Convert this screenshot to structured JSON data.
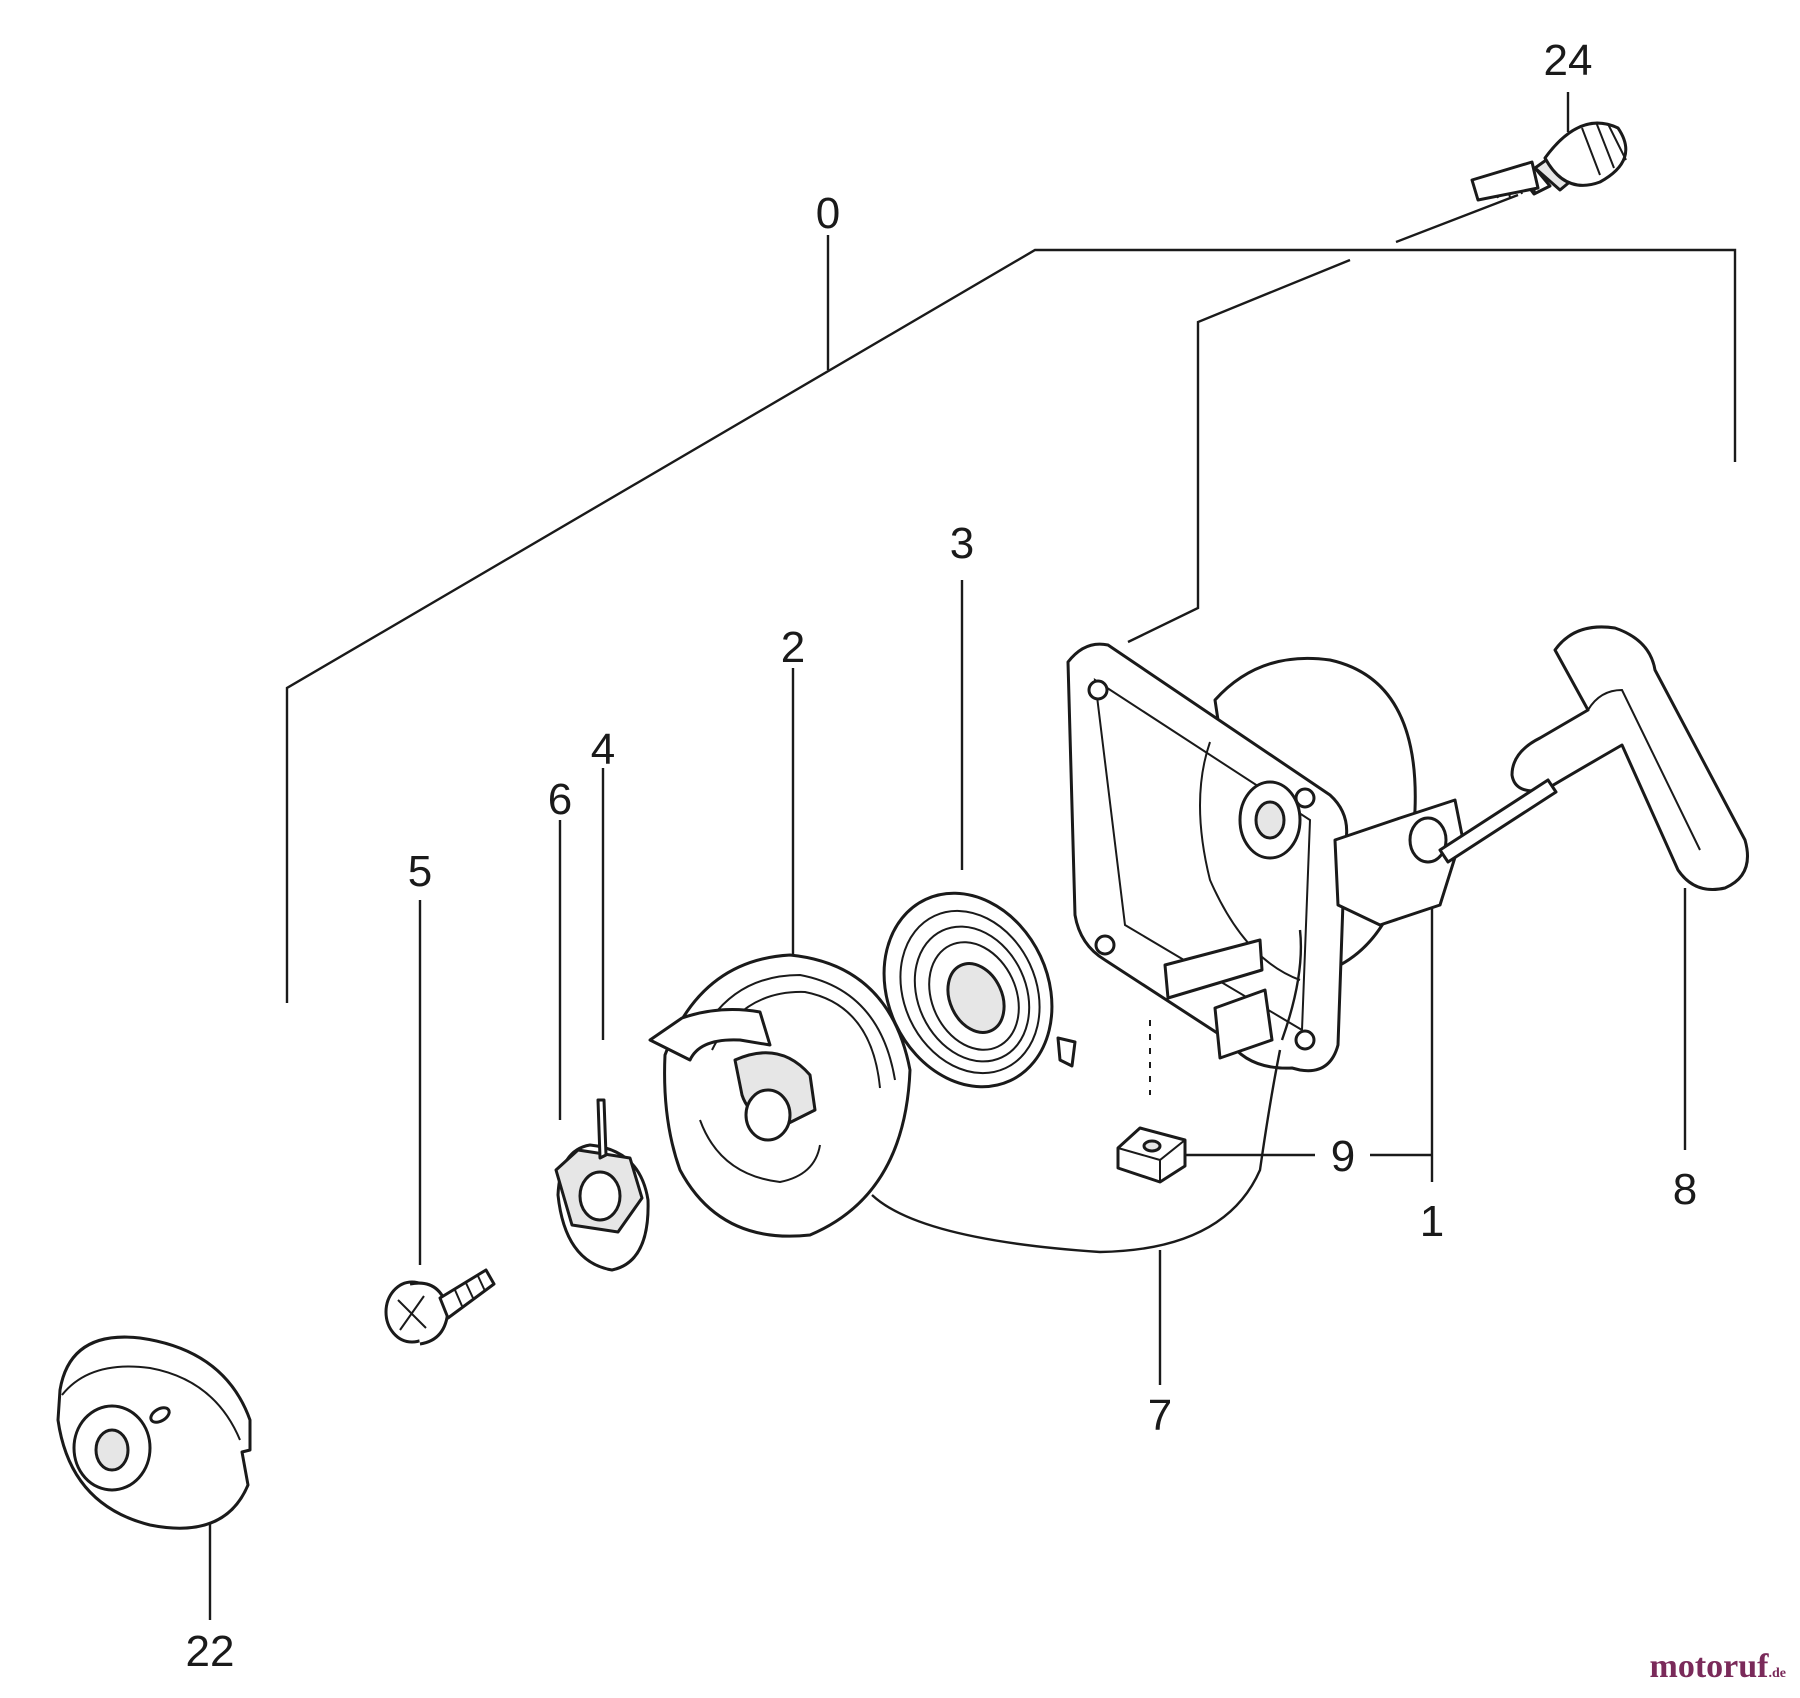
{
  "callouts": {
    "c0": "0",
    "c1": "1",
    "c2": "2",
    "c3": "3",
    "c4": "4",
    "c5": "5",
    "c6": "6",
    "c7": "7",
    "c8": "8",
    "c9": "9",
    "c22": "22",
    "c24": "24"
  },
  "watermark": {
    "main": "motoruf",
    "suffix": ".de"
  }
}
